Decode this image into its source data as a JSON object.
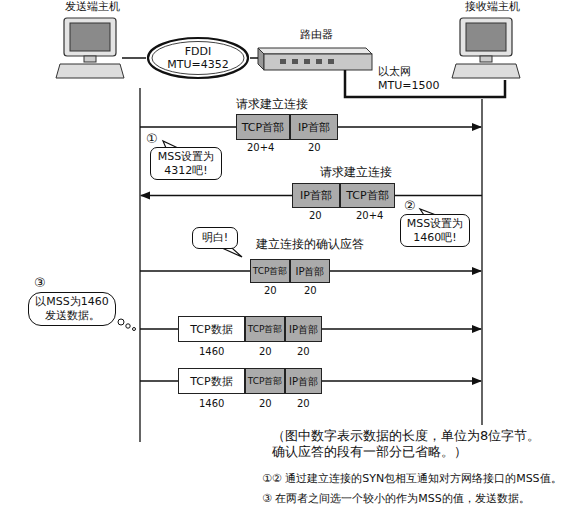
{
  "diagram": {
    "nodes": [
      {
        "text": [
          "发送端主机"
        ]
      },
      {
        "text": [
          "FDDI MTU=4352"
        ]
      },
      {
        "text": [
          "路由器"
        ]
      },
      {
        "text": [
          "接收端主机"
        ]
      },
      {
        "text": [
          "TCP首部"
        ]
      },
      {
        "text": [
          "IP首部"
        ]
      },
      {
        "text": [
          "MSS设置为 4312吧!"
        ]
      },
      {
        "text": [
          "IP首部"
        ]
      },
      {
        "text": [
          "TCP首部"
        ]
      },
      {
        "text": [
          "MSS设置为 1460吧!"
        ]
      },
      {
        "text": [
          "明白!"
        ]
      },
      {
        "text": [
          "TCP首部"
        ]
      },
      {
        "text": [
          "IP首部"
        ]
      },
      {
        "text": [
          "以MSS为1460 发送数据。"
        ]
      },
      {
        "text": [
          "TCP数据"
        ]
      },
      {
        "text": [
          "TCP首部"
        ]
      },
      {
        "text": [
          "IP首部"
        ]
      },
      {
        "text": [
          "TCP数据"
        ]
      },
      {
        "text": [
          "TCP首部"
        ]
      },
      {
        "text": [
          "IP首部"
        ]
      }
    ],
    "edges": [
      {
        "from": 0,
        "to": 1,
        "arrow": "none"
      },
      {
        "from": 1,
        "to": 2,
        "arrow": "none"
      },
      {
        "from": 2,
        "to": 3,
        "arrow": "none"
      }
    ],
    "labels": [
      "以太网",
      "MTU=1500",
      "请求建立连接",
      "①",
      "20+4",
      "20",
      "请求建立连接",
      "②",
      "20",
      "20+4",
      "建立连接的确认应答",
      "20",
      "20",
      "③",
      "1460",
      "20",
      "20",
      "1460",
      "20",
      "20",
      "（图中数字表示数据的长度，单位为8位字节。 确认应答的段有一部分已省略。）",
      "①② 通过建立连接的SYN包相互通知对方网络接口的MSS值。",
      "③ 在两者之间选一个较小的作为MSS的值，发送数据。"
    ]
  }
}
